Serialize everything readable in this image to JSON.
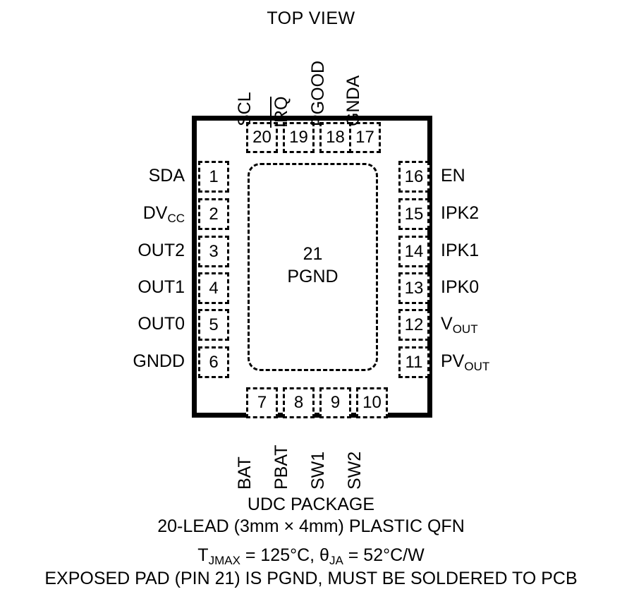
{
  "title": "TOP VIEW",
  "package": {
    "center_pin_number": "21",
    "center_pin_name": "PGND"
  },
  "pins": {
    "left": [
      {
        "number": "1",
        "name": "SDA",
        "sub": ""
      },
      {
        "number": "2",
        "name": "DV",
        "sub": "CC"
      },
      {
        "number": "3",
        "name": "OUT2",
        "sub": ""
      },
      {
        "number": "4",
        "name": "OUT1",
        "sub": ""
      },
      {
        "number": "5",
        "name": "OUT0",
        "sub": ""
      },
      {
        "number": "6",
        "name": "GNDD",
        "sub": ""
      }
    ],
    "bottom": [
      {
        "number": "7",
        "name": "BAT"
      },
      {
        "number": "8",
        "name": "PBAT"
      },
      {
        "number": "9",
        "name": "SW1"
      },
      {
        "number": "10",
        "name": "SW2"
      }
    ],
    "right": [
      {
        "number": "11",
        "name": "PV",
        "sub": "OUT"
      },
      {
        "number": "12",
        "name": "V",
        "sub": "OUT"
      },
      {
        "number": "13",
        "name": "IPK0",
        "sub": ""
      },
      {
        "number": "14",
        "name": "IPK1",
        "sub": ""
      },
      {
        "number": "15",
        "name": "IPK2",
        "sub": ""
      },
      {
        "number": "16",
        "name": "EN",
        "sub": ""
      }
    ],
    "top": [
      {
        "number": "17",
        "name": "GNDA",
        "overline": false
      },
      {
        "number": "18",
        "name": "PGOOD",
        "overline": false
      },
      {
        "number": "19",
        "name": "IRQ",
        "overline": true
      },
      {
        "number": "20",
        "name": "SCL",
        "overline": false
      }
    ]
  },
  "caption": {
    "line1": "UDC PACKAGE",
    "line2": "20-LEAD (3mm × 4mm) PLASTIC QFN",
    "line3_prefix": "T",
    "line3_sub1": "JMAX",
    "line3_mid": " = 125°C, θ",
    "line3_sub2": "JA",
    "line3_suffix": " = 52°C/W",
    "line4": "EXPOSED PAD (PIN 21) IS PGND, MUST BE SOLDERED TO PCB"
  },
  "colors": {
    "ink": "#000000",
    "background": "#ffffff"
  }
}
